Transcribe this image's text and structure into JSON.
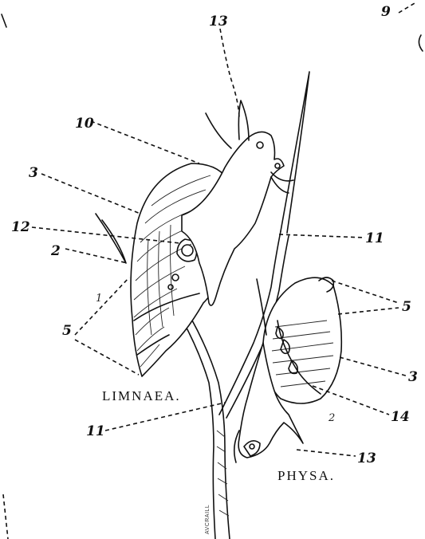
{
  "labels": {
    "l13_top": "13",
    "l9": "9",
    "l10": "10",
    "l3_left": "3",
    "l12": "12",
    "l2": "2",
    "l11_right": "11",
    "l1": "1",
    "l5_left": "5",
    "l5_right": "5",
    "l3_right": "3",
    "l14": "14",
    "l2_small": "2",
    "l11_left": "11",
    "l13_bottom": "13",
    "limnaea": "LIMNAEA.",
    "physa": "PHYSA.",
    "signature": "AVCRAILL"
  }
}
